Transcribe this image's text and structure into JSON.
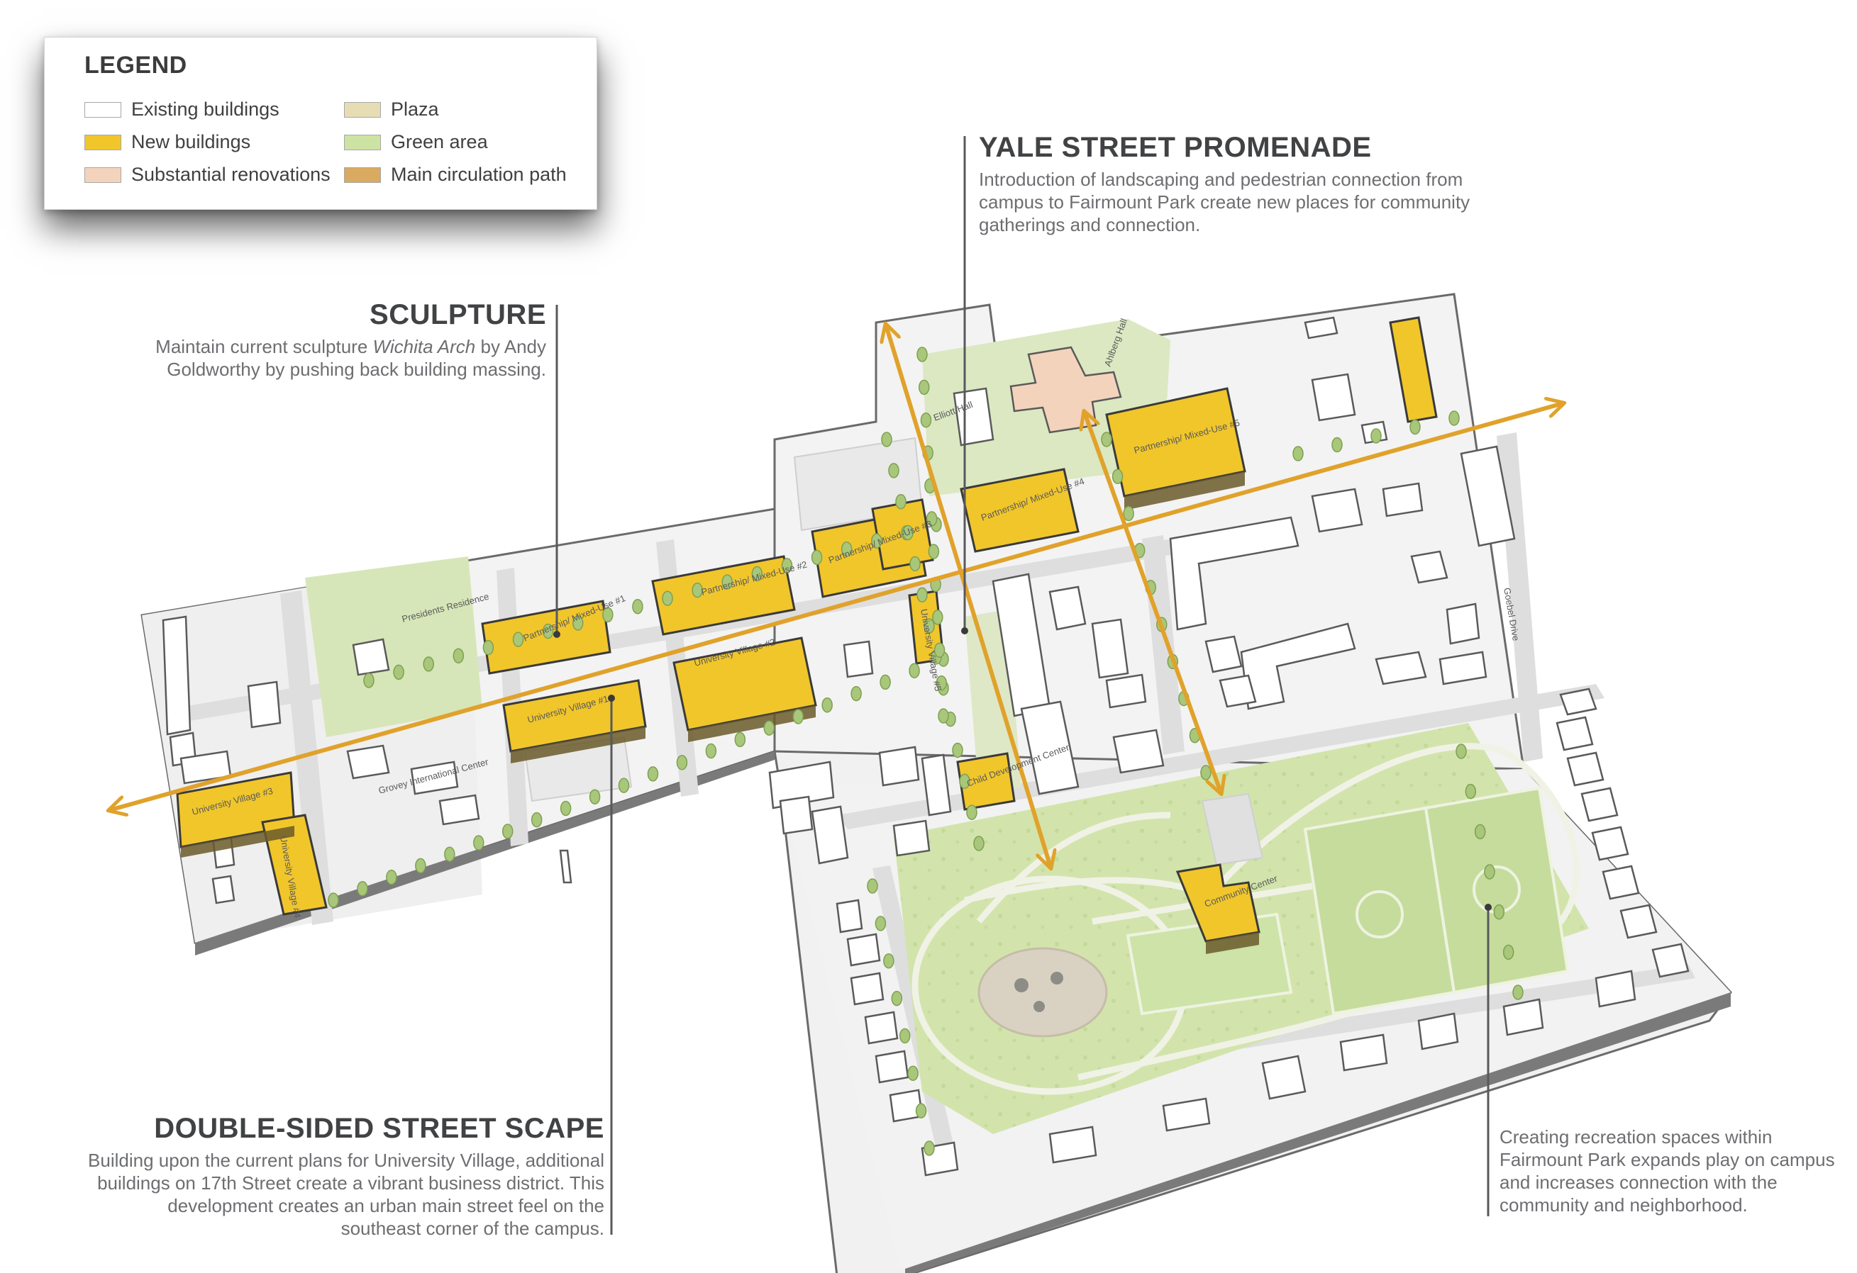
{
  "legend": {
    "title": "LEGEND",
    "items": [
      {
        "label": "Existing buildings",
        "color": "#ffffff"
      },
      {
        "label": "New buildings",
        "color": "#f1c62b"
      },
      {
        "label": "Substantial renovations",
        "color": "#f4d3bd"
      },
      {
        "label": "Plaza",
        "color": "#e6ddb5"
      },
      {
        "label": "Green area",
        "color": "#cde3a3"
      },
      {
        "label": "Main circulation path",
        "color": "#d9aa5f"
      }
    ]
  },
  "callouts": {
    "yale": {
      "title": "YALE STREET PROMENADE",
      "body": "Introduction of landscaping and pedestrian connection from campus to Fairmount Park create new places for community gatherings and connection."
    },
    "sculpture": {
      "title": "SCULPTURE",
      "body_pre": "Maintain current sculpture ",
      "body_em": "Wichita Arch",
      "body_post": " by Andy Goldworthy by pushing back building massing."
    },
    "street": {
      "title": "DOUBLE-SIDED STREET SCAPE",
      "body": "Building upon the current plans for University Village, additional buildings on 17th Street create a vibrant business district. This development creates an urban main street feel on the southeast corner of the campus."
    },
    "recreation": {
      "body": "Creating recreation spaces within Fairmount Park expands play on campus and increases connection with the community and neighborhood."
    }
  },
  "map_labels": {
    "elliott": "Elliott Hall",
    "ahlberg": "Ahlberg Hall",
    "pmu1": "Partnership/ Mixed-Use #1",
    "pmu2": "Partnership/ Mixed-Use #2",
    "pmu3": "Partnership/ Mixed-Use #3",
    "pmu4": "Partnership/ Mixed-Use #4",
    "pmu5": "Partnership/ Mixed-Use #5",
    "uv1": "University Village #1",
    "uv2": "University Village #2",
    "uv3": "University Village #3",
    "uv4": "University Village #4",
    "uv5": "University Village #5",
    "presidents": "Presidents Residence",
    "grovey": "Grovey International Center",
    "child": "Child Development Center",
    "community": "Community Center",
    "drive": "Goebel Drive"
  },
  "colors": {
    "new_building": "#f1c62b",
    "renovation": "#f4d3bd",
    "green": "#cde3a3",
    "plaza": "#e6ddb5",
    "path": "#e0a22b",
    "road": "#dcdcdc",
    "leader": "#58595b"
  }
}
